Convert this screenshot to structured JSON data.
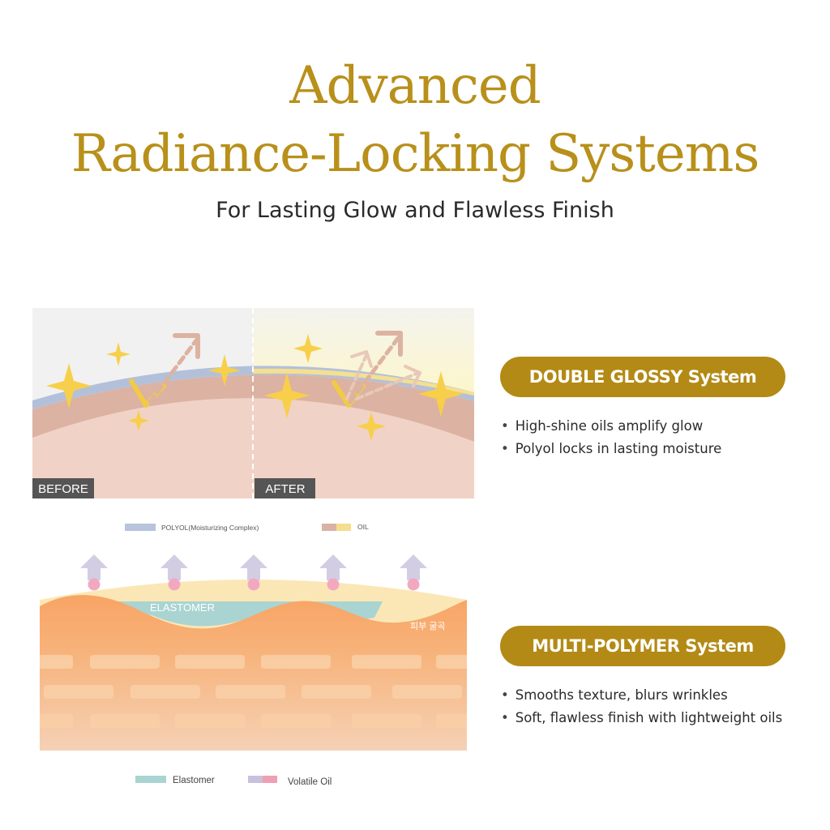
{
  "header": {
    "title_line1": "Advanced",
    "title_line2": "Radiance-Locking Systems",
    "subtitle": "For Lasting Glow and Flawless Finish"
  },
  "glossy_diagram": {
    "before_label": "BEFORE",
    "after_label": "AFTER",
    "legend": [
      {
        "label": "POLYOL(Moisturizing Complex)",
        "color": "#b7c4dc"
      },
      {
        "label": "OIL",
        "colors": [
          "#d8b2a4",
          "#f6dd8f"
        ]
      }
    ]
  },
  "polymer_diagram": {
    "elastomer_label": "ELASTOMER",
    "skin_label": "피부 굴곡",
    "legend": [
      {
        "label": "Elastomer",
        "color": "#a9d4d2"
      },
      {
        "label": "Volatile Oil",
        "colors": [
          "#c8c0dc",
          "#ef9fb4"
        ]
      }
    ]
  },
  "systems": [
    {
      "name": "DOUBLE GLOSSY System",
      "bullets": [
        "High-shine oils amplify glow",
        "Polyol locks in lasting moisture"
      ]
    },
    {
      "name": "MULTI-POLYMER System",
      "bullets": [
        "Smooths texture, blurs wrinkles",
        "Soft, flawless finish with lightweight oils"
      ]
    }
  ],
  "colors": {
    "gold": "#b8901a",
    "pill": "#b38a15",
    "skin_orange": "#f7a466"
  }
}
